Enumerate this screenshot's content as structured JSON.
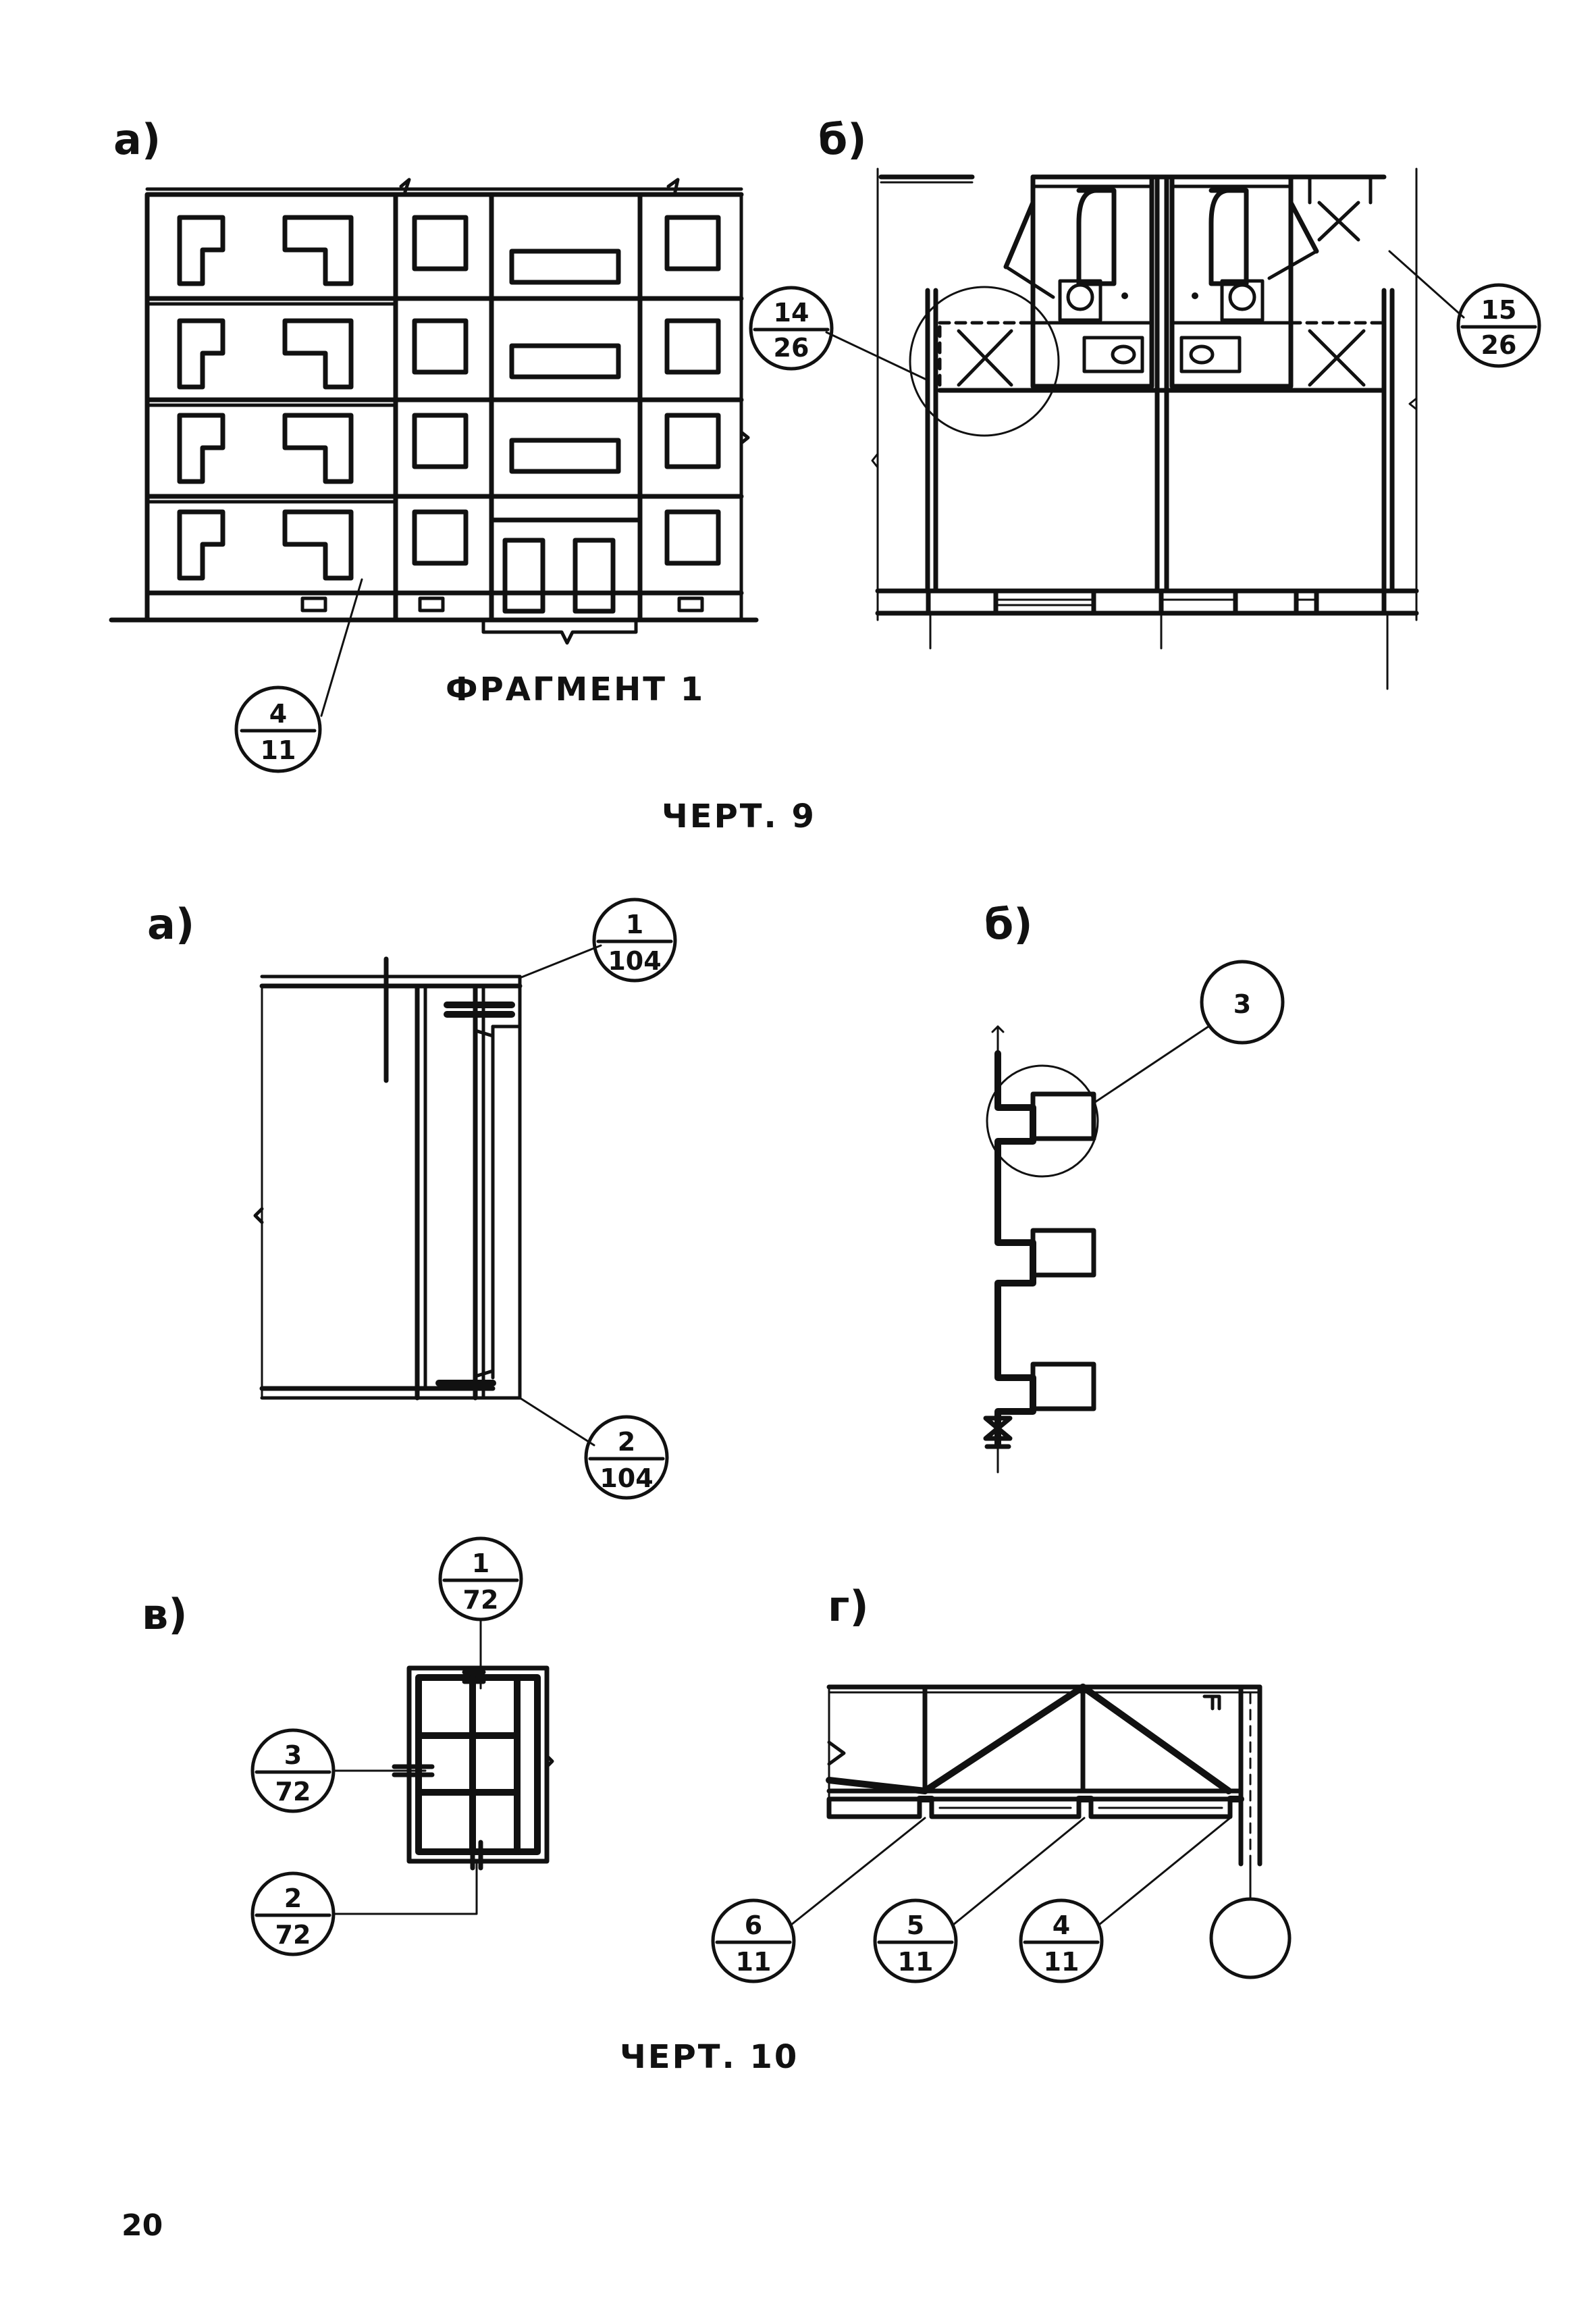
{
  "page_number": "20",
  "figure9": {
    "caption": "ЧЕРТ. 9",
    "panel_a": {
      "label": "а)",
      "fragment_label": "ФРАГМЕНТ 1",
      "callout": {
        "top": "4",
        "bottom": "11"
      }
    },
    "panel_b": {
      "label": "б)",
      "callout_left": {
        "top": "14",
        "bottom": "26"
      },
      "callout_right": {
        "top": "15",
        "bottom": "26"
      }
    }
  },
  "figure10": {
    "caption": "ЧЕРТ. 10",
    "panel_a": {
      "label": "а)",
      "callout_top": {
        "top": "1",
        "bottom": "104"
      },
      "callout_bottom": {
        "top": "2",
        "bottom": "104"
      }
    },
    "panel_b": {
      "label": "б)",
      "callout": "3"
    },
    "panel_v": {
      "label": "в)",
      "callout_top": {
        "top": "1",
        "bottom": "72"
      },
      "callout_mid": {
        "top": "3",
        "bottom": "72"
      },
      "callout_bottom": {
        "top": "2",
        "bottom": "72"
      }
    },
    "panel_g": {
      "label": "г)",
      "callout_1": {
        "top": "6",
        "bottom": "11"
      },
      "callout_2": {
        "top": "5",
        "bottom": "11"
      },
      "callout_3": {
        "top": "4",
        "bottom": "11"
      }
    }
  }
}
